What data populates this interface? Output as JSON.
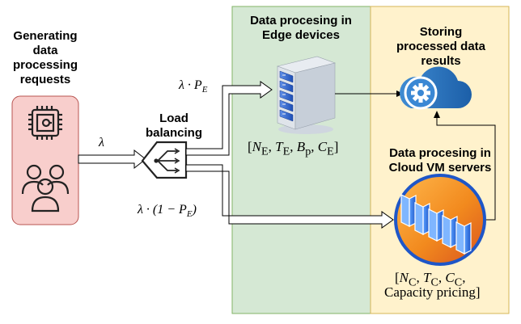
{
  "source_label": "Generating data processing requests",
  "arrival_rate": "λ",
  "load_balancer_label": "Load balancing",
  "edge_label": "Data procesing in Edge devices",
  "edge_rate": "λ · P",
  "edge_rate_sub": "E",
  "edge_params": "[N, T, B, C]",
  "edge_params_html": "[<i>N</i><sub>E</sub>, <i>T</i><sub>E</sub>, <i>B</i><sub>p</sub>, <i>C</i><sub>E</sub>]",
  "cloud_label": "Data procesing in Cloud VM servers",
  "cloud_rate": "λ · (1 − P",
  "cloud_rate_sub": "E",
  "cloud_rate_close": ")",
  "cloud_params_line1": "[N, T, C,",
  "cloud_params_line1_html": "[<i>N</i><sub>C</sub>, <i>T</i><sub>C</sub>, <i>C</i><sub>C</sub>,",
  "cloud_params_line2": "Capacity pricing]",
  "storage_label": "Storing processed data results",
  "colors": {
    "source_fill": "#f8cecc",
    "source_stroke": "#b85450",
    "edge_fill": "#d5e8d4",
    "edge_stroke": "#82b366",
    "cloud_fill": "#fff2cc",
    "cloud_stroke": "#d6b656",
    "storage_blue": "#3f8bd2"
  },
  "icons": [
    "cpu-chip-icon",
    "users-icon",
    "load-balancer-icon",
    "edge-server-icon",
    "cloud-vm-servers-icon",
    "cloud-storage-gear-icon"
  ]
}
